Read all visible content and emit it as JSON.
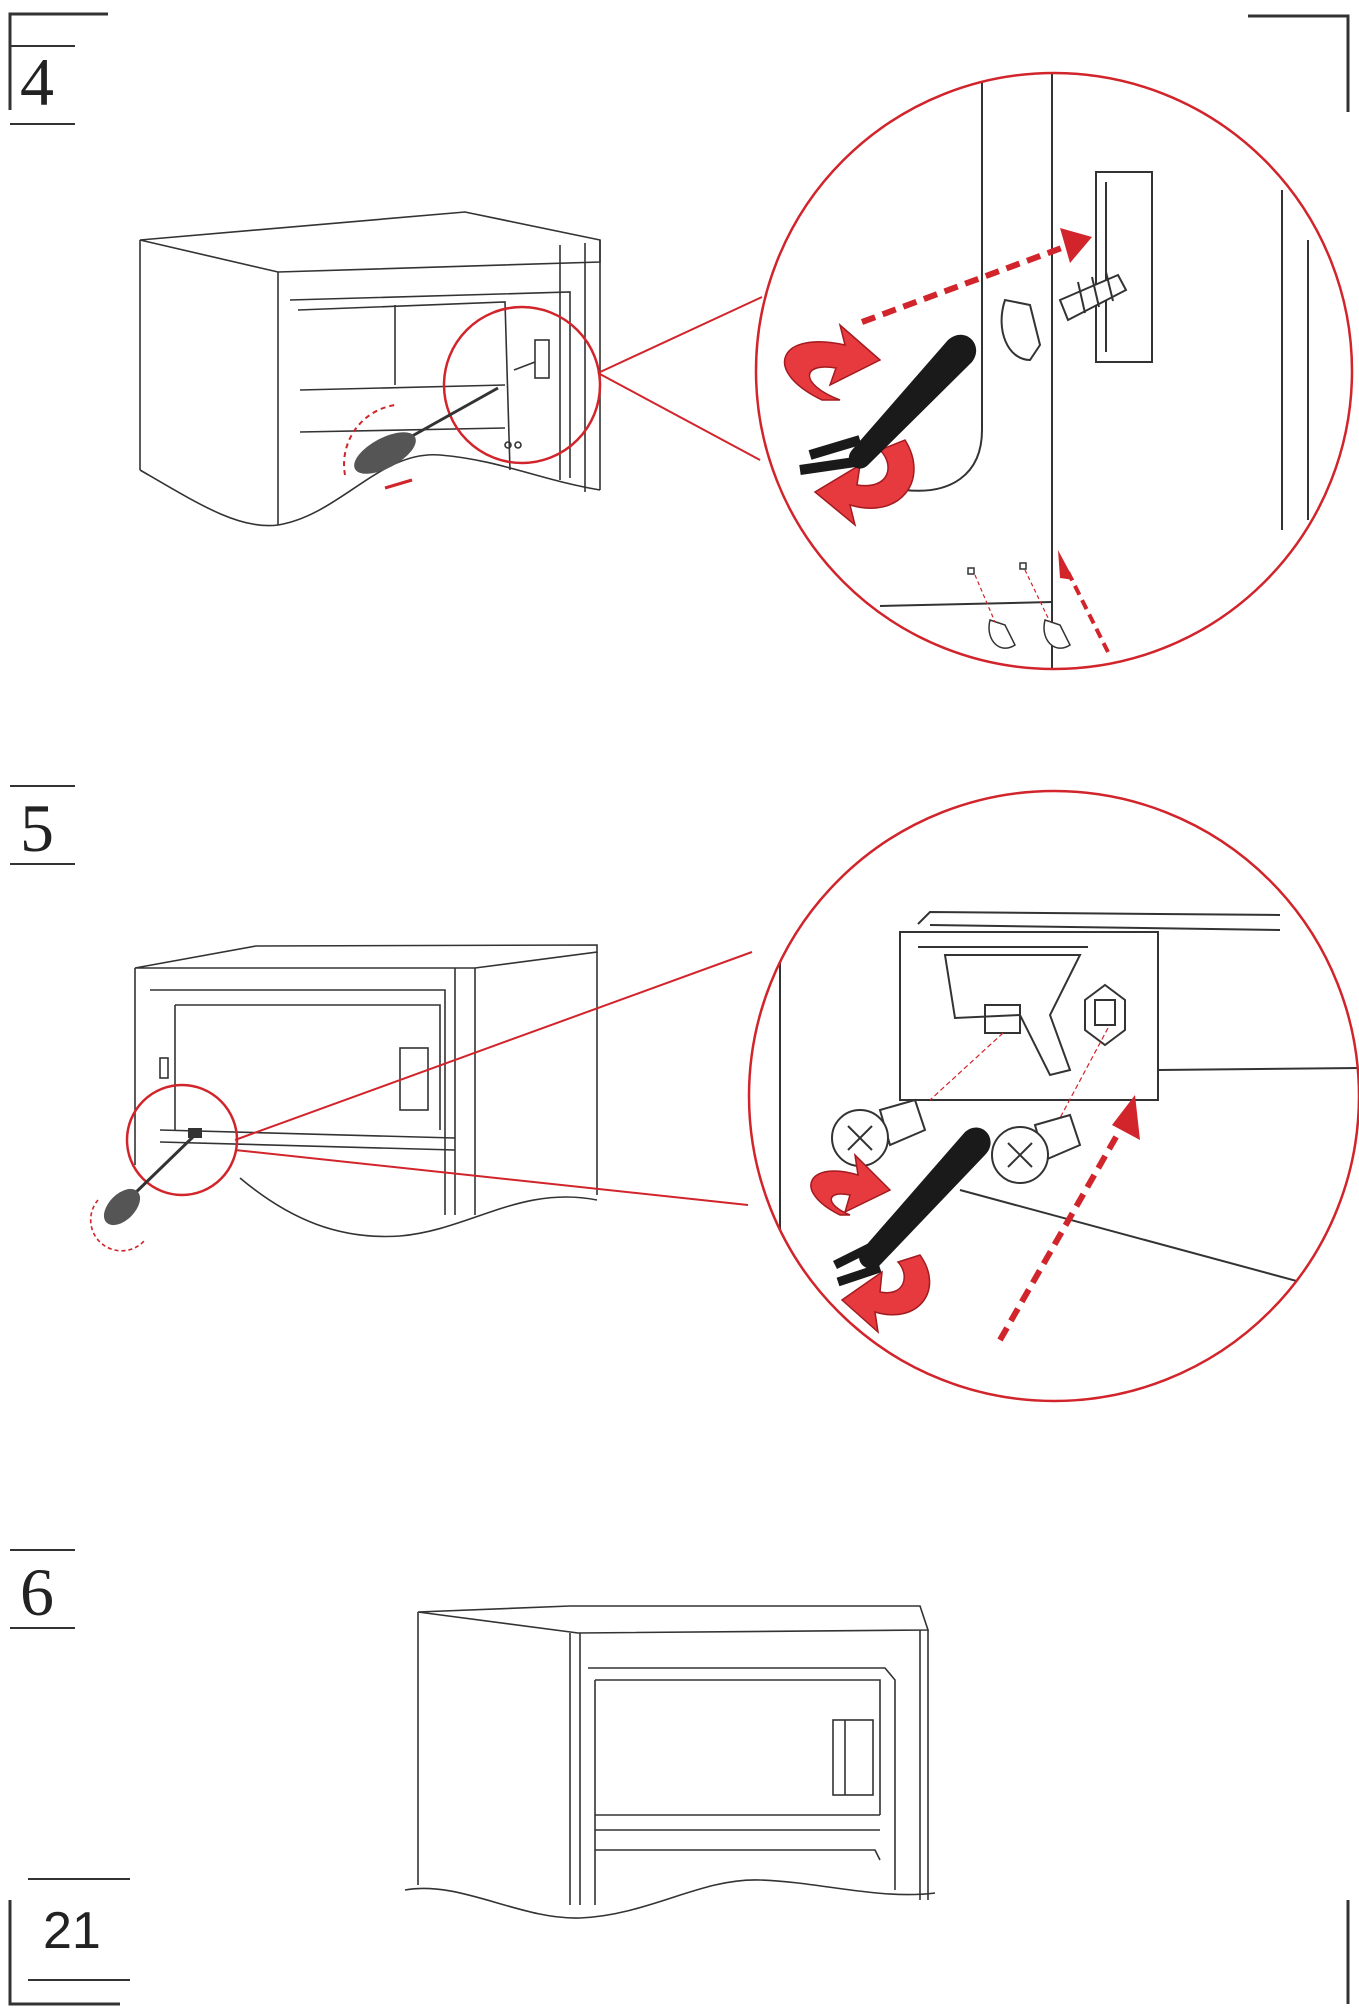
{
  "steps": [
    {
      "number": "4"
    },
    {
      "number": "5"
    },
    {
      "number": "6"
    }
  ],
  "footer": {
    "page_number": "21"
  },
  "colors": {
    "line": "#333333",
    "accent": "#d1242b",
    "accent_fill": "#e63a3f",
    "tool": "#1a1a1a"
  }
}
